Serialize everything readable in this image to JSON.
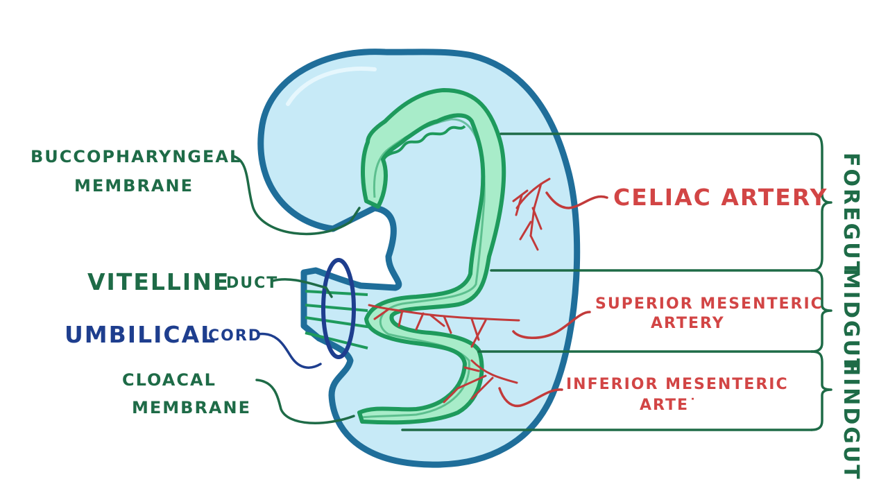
{
  "labels": {
    "buccopharyngeal_line1": "BUCCOPHARYNGEAL",
    "buccopharyngeal_line2": "MEMBRANE",
    "vitelline_main": "VITELLINE",
    "vitelline_sub": "DUCT",
    "umbilical_main": "UMBILICAL",
    "umbilical_sub": "CORD",
    "cloacal_line1": "CLOACAL",
    "cloacal_line2": "MEMBRANE",
    "celiac": "CELIAC ARTERY",
    "sma_line1": "SUPERIOR MESENTERIC",
    "sma_line2": "ARTERY",
    "ima_line1": "INFERIOR MESENTERIC",
    "ima_line2": "ARTE˙",
    "foregut": "FOREGUT",
    "midgut": "MIDGUT",
    "hindgut": "HINDGUT"
  },
  "colors": {
    "embryo_fill": "#c7eaf7",
    "embryo_outline": "#1f6e9a",
    "gut_fill": "#a8ecc9",
    "gut_outline": "#1e9a5c",
    "green_label": "#1e6b47",
    "artery": "#c23a3a",
    "cord": "#1e3e8e"
  }
}
